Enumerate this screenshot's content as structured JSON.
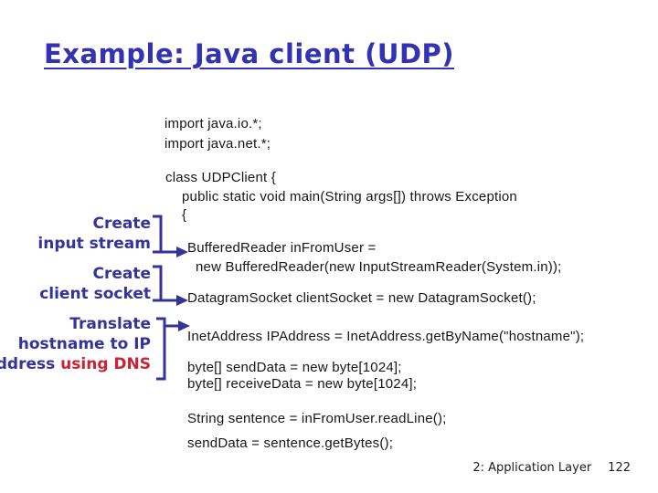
{
  "slide": {
    "title": "Example: Java client (UDP)",
    "footer": {
      "section": "2: Application Layer",
      "page": "122"
    }
  },
  "code": {
    "imports": [
      "import java.io.*;",
      "import java.net.*;"
    ],
    "class_header": {
      "line1": "class UDPClient {",
      "line2": "public static void main(String args[]) throws Exception",
      "line3": "{"
    },
    "stmt_buffered_reader_1": "BufferedReader inFromUser =",
    "stmt_buffered_reader_2": "new BufferedReader(new InputStreamReader(System.in));",
    "stmt_datagram_socket": "DatagramSocket clientSocket = new DatagramSocket();",
    "stmt_inet_address": "InetAddress IPAddress = InetAddress.getByName(\"hostname\");",
    "stmt_send_buffer": "byte[] sendData = new byte[1024];",
    "stmt_receive_buffer": "byte[] receiveData = new byte[1024];",
    "stmt_read_line": "String sentence = inFromUser.readLine();",
    "stmt_get_bytes": "sendData = sentence.getBytes();"
  },
  "annotations": {
    "create_input_stream": {
      "line1": "Create",
      "line2": "input stream"
    },
    "create_client_socket": {
      "line1": "Create",
      "line2": "client socket"
    },
    "translate_dns": {
      "line1": "Translate",
      "line2": "hostname to IP",
      "line3_blue": "address ",
      "line3_red": "using DNS"
    }
  },
  "colors": {
    "title_blue": "#3232b4",
    "annotation_blue": "#333399",
    "highlight_red": "#cc2233",
    "code_text": "#161616"
  }
}
